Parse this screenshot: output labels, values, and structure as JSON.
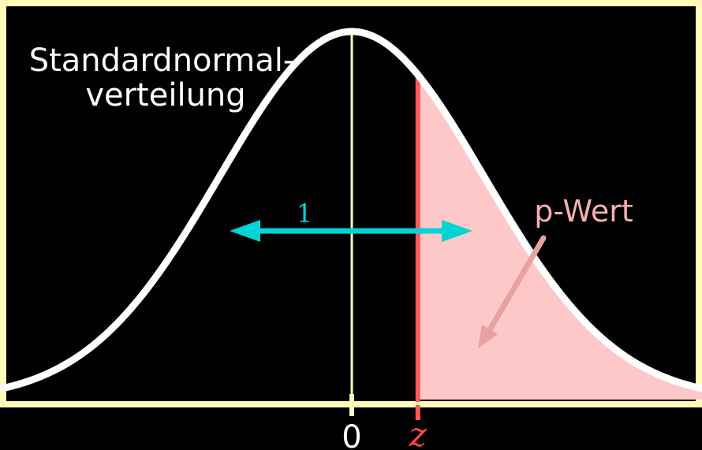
{
  "labels": {
    "distribution_line1": "Standardnormal-",
    "distribution_line2": "verteilung",
    "p_value": "p-Wert",
    "width_label": "1",
    "zero_tick": "0",
    "z_tick": "z"
  },
  "colors": {
    "background": "#000000",
    "frame": "#fffab8",
    "curve": "#ffffff",
    "fill": "#ffc8c8",
    "z_line": "#ff5a5a",
    "width_arrow": "#00d4d4",
    "p_arrow": "#e8a0a0",
    "axis": "#fffab8",
    "text_main": "#ffffff",
    "text_p": "#f4b0b0",
    "text_z": "#ff4444"
  },
  "chart_data": {
    "type": "line",
    "function": "standard-normal-pdf",
    "x_range": [
      -3.05,
      2.65
    ],
    "mean": 0,
    "z_value": 0.5
  }
}
